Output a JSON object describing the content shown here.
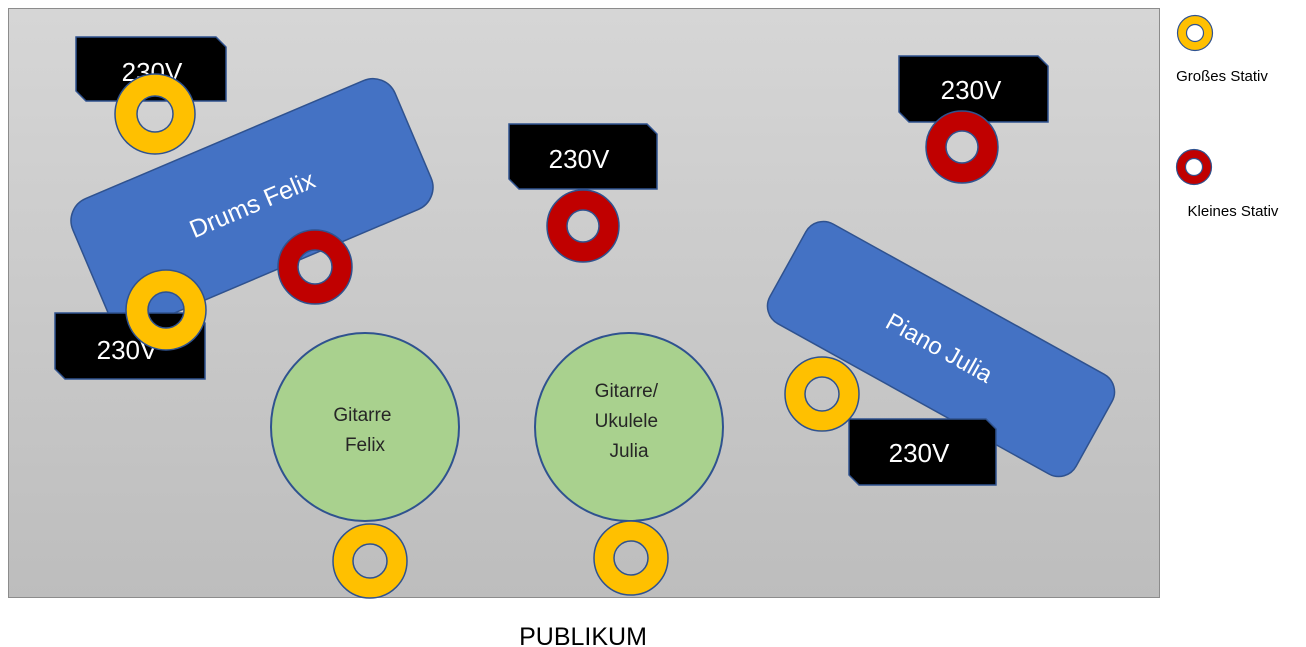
{
  "stage": {
    "audience_label": "PUBLIKUM",
    "colors": {
      "floor_top": "#d6d6d6",
      "floor_bottom": "#bdbdbd",
      "instrument_blue": "#4472c4",
      "instrument_blue_border": "#2f528f",
      "guitar_green": "#a9d18e",
      "guitar_border": "#2f528f",
      "power_black": "#000000",
      "stand_large": "#ffc000",
      "stand_small": "#c00000",
      "stand_border": "#2f528f"
    }
  },
  "instruments": {
    "drums": "Drums Felix",
    "piano": "Piano Julia",
    "guitar_felix": [
      "Gitarre",
      "Felix"
    ],
    "guitar_julia": [
      "Gitarre/",
      "Ukulele",
      "Julia"
    ]
  },
  "power_outlets": [
    {
      "id": "power-drums-top",
      "label": "230V"
    },
    {
      "id": "power-drums-bottom",
      "label": "230V"
    },
    {
      "id": "power-center",
      "label": "230V"
    },
    {
      "id": "power-right-top",
      "label": "230V"
    },
    {
      "id": "power-piano",
      "label": "230V"
    }
  ],
  "stands": [
    {
      "id": "stand-drums-top",
      "type": "large"
    },
    {
      "id": "stand-drums-mid",
      "type": "small"
    },
    {
      "id": "stand-drums-bottom",
      "type": "large"
    },
    {
      "id": "stand-center",
      "type": "small"
    },
    {
      "id": "stand-right-top",
      "type": "small"
    },
    {
      "id": "stand-piano",
      "type": "large"
    },
    {
      "id": "stand-guitar-felix",
      "type": "large"
    },
    {
      "id": "stand-guitar-julia",
      "type": "large"
    }
  ],
  "legend": {
    "large_stand": "Großes Stativ",
    "small_stand": "Kleines Stativ"
  }
}
